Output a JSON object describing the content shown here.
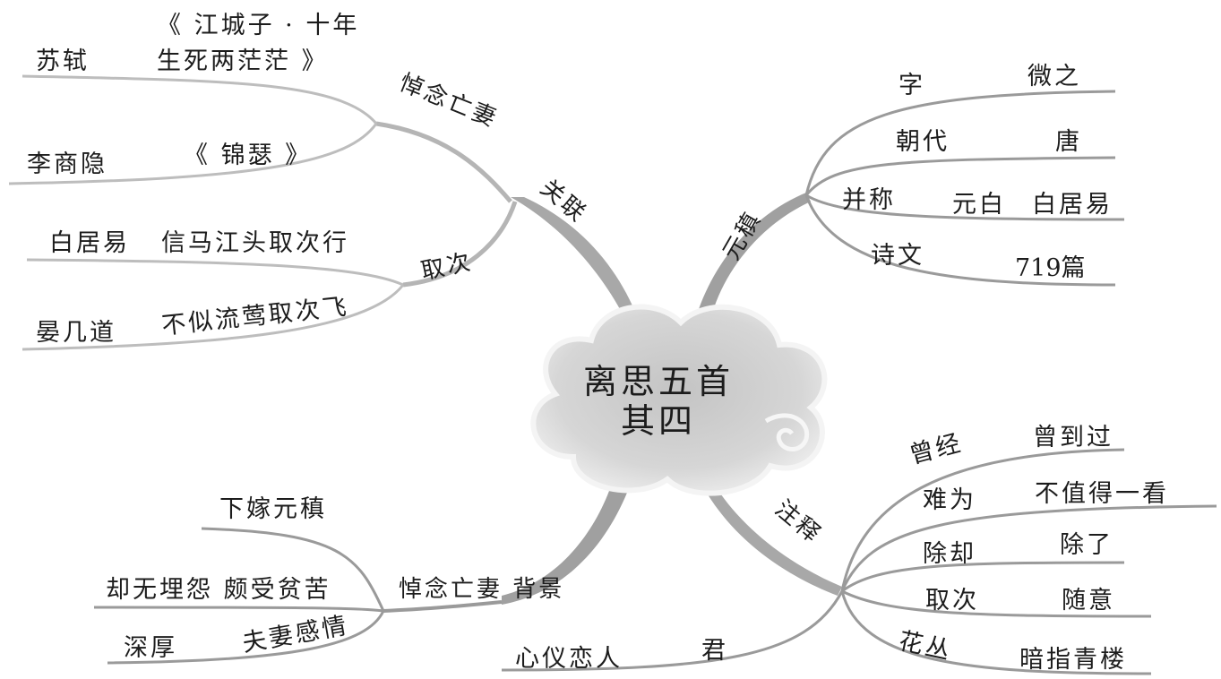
{
  "center": {
    "line1": "离思五首",
    "line2": "其四"
  },
  "guanlian": {
    "label": "关联",
    "daonian": {
      "label": "悼念亡妻",
      "items": [
        {
          "author": "苏轼",
          "work_line1": "《 江城子 · 十年",
          "work_line2": "生死两茫茫 》"
        },
        {
          "author": "李商隐",
          "work": "《 锦瑟 》"
        }
      ]
    },
    "quci": {
      "label": "取次",
      "items": [
        {
          "author": "白居易",
          "line": "信马江头取次行"
        },
        {
          "author": "晏几道",
          "line": "不似流莺取次飞"
        }
      ]
    }
  },
  "yuanzhen": {
    "label": "元稹",
    "rows": [
      {
        "key": "字",
        "value": "微之"
      },
      {
        "key": "朝代",
        "value": "唐"
      },
      {
        "key": "并称",
        "value": "元白",
        "value2": "白居易"
      },
      {
        "key": "诗文",
        "value": "719篇"
      }
    ]
  },
  "beijing": {
    "label": "悼念亡妻 背景",
    "items": [
      {
        "text": "下嫁元稹"
      },
      {
        "text": "却无埋怨 颇受贫苦"
      },
      {
        "text1": "深厚",
        "text2": "夫妻感情"
      }
    ]
  },
  "zhushi": {
    "label": "注释",
    "rows": [
      {
        "term": "曾经",
        "meaning": "曾到过"
      },
      {
        "term": "难为",
        "meaning": "不值得一看"
      },
      {
        "term": "除却",
        "meaning": "除了"
      },
      {
        "term": "取次",
        "meaning": "随意"
      },
      {
        "term": "花丛",
        "meaning": "暗指青楼"
      }
    ],
    "jun": {
      "term": "君",
      "meaning": "心仪恋人"
    }
  },
  "colors": {
    "line": "#9a9a9a",
    "trunk": "#8c8c8c",
    "cloud": "#d4d4d4",
    "cloud_edge": "#f2f2f2",
    "text": "#1c1c1c"
  }
}
